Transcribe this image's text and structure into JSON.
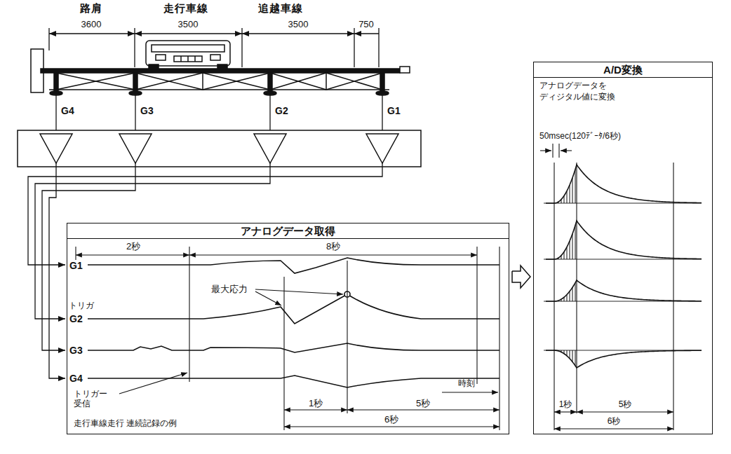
{
  "diagram": {
    "nodes": [
      {
        "text": [
          "アナログデータ取得"
        ]
      },
      {
        "text": [
          "A/D変換",
          "アナログデータを ディジタル値に変換"
        ]
      }
    ],
    "edges": [
      {
        "from": 0,
        "to": 1,
        "arrow": "to"
      }
    ],
    "labels": [
      "路肩",
      "走行車線",
      "追越車線",
      "3600",
      "3500",
      "3500",
      "750",
      "G4",
      "G3",
      "G2",
      "G1",
      "2秒",
      "8秒",
      "G1",
      "トリガ",
      "G2",
      "G3",
      "G4",
      "最大応力",
      "時刻",
      "トリガー 受信",
      "1秒",
      "5秒",
      "6秒",
      "走行車線走行 連続記録の例",
      "50msec(120ﾃﾞｰﾀ/6秒)",
      "1秒",
      "5秒",
      "6秒"
    ]
  }
}
